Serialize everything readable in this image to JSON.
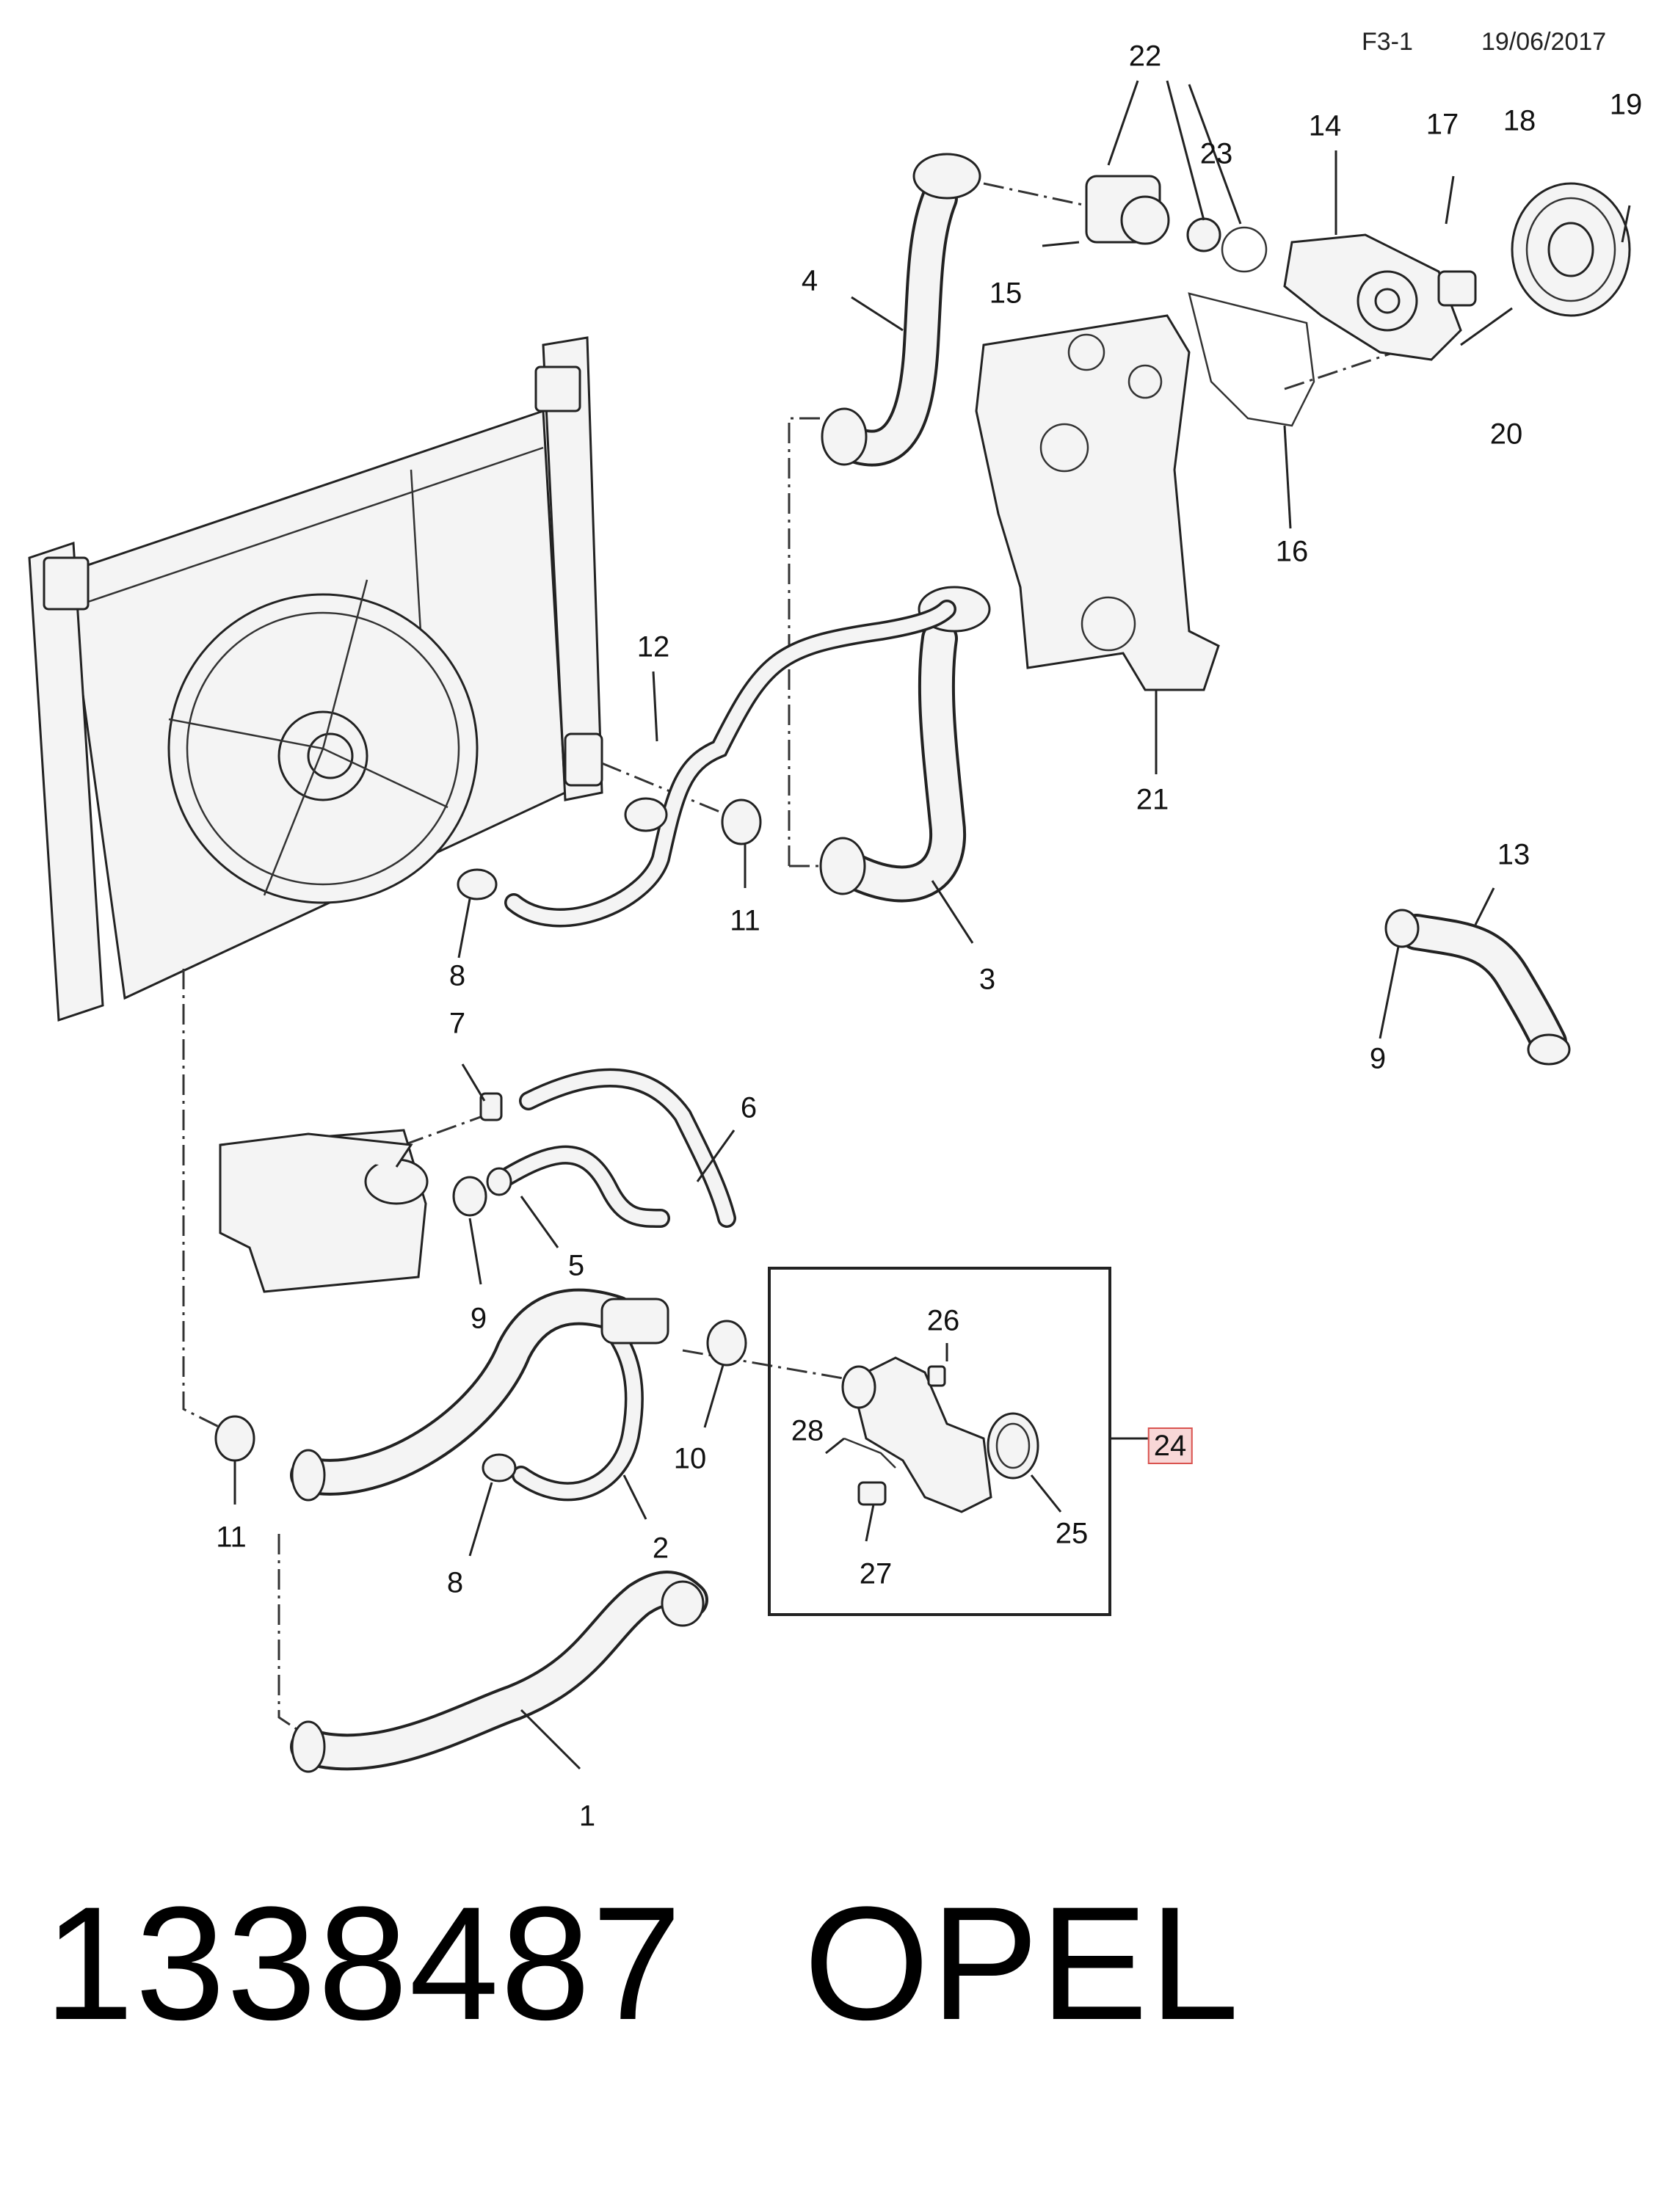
{
  "header": {
    "figure_code": "F3-1",
    "date": "19/06/2017"
  },
  "callouts": [
    {
      "id": "c1",
      "label": "1"
    },
    {
      "id": "c2",
      "label": "2"
    },
    {
      "id": "c3",
      "label": "3"
    },
    {
      "id": "c4",
      "label": "4"
    },
    {
      "id": "c5",
      "label": "5"
    },
    {
      "id": "c6",
      "label": "6"
    },
    {
      "id": "c7",
      "label": "7"
    },
    {
      "id": "c8a",
      "label": "8"
    },
    {
      "id": "c8b",
      "label": "8"
    },
    {
      "id": "c9a",
      "label": "9"
    },
    {
      "id": "c9b",
      "label": "9"
    },
    {
      "id": "c10",
      "label": "10"
    },
    {
      "id": "c11a",
      "label": "11"
    },
    {
      "id": "c11b",
      "label": "11"
    },
    {
      "id": "c12",
      "label": "12"
    },
    {
      "id": "c13",
      "label": "13"
    },
    {
      "id": "c14",
      "label": "14"
    },
    {
      "id": "c15",
      "label": "15"
    },
    {
      "id": "c16",
      "label": "16"
    },
    {
      "id": "c17",
      "label": "17"
    },
    {
      "id": "c18",
      "label": "18"
    },
    {
      "id": "c19",
      "label": "19"
    },
    {
      "id": "c20",
      "label": "20"
    },
    {
      "id": "c21",
      "label": "21"
    },
    {
      "id": "c22",
      "label": "22"
    },
    {
      "id": "c23",
      "label": "23"
    },
    {
      "id": "c24",
      "label": "24"
    },
    {
      "id": "c25",
      "label": "25"
    },
    {
      "id": "c26",
      "label": "26"
    },
    {
      "id": "c27",
      "label": "27"
    },
    {
      "id": "c28",
      "label": "28"
    }
  ],
  "footer": {
    "part_number": "1338487",
    "brand": "OPEL"
  },
  "colors": {
    "line": "#222222",
    "part_fill": "#f4f4f4",
    "highlight_border": "#d9534f",
    "highlight_fill": "#f8d7d7"
  }
}
